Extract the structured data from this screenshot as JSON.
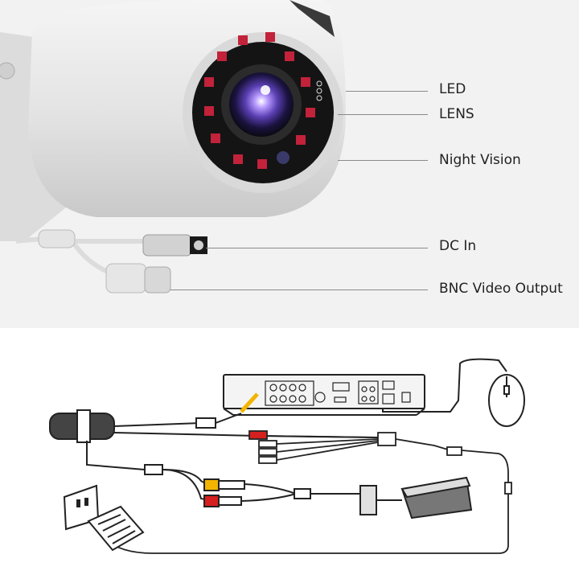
{
  "callouts": [
    {
      "label": "LED"
    },
    {
      "label": "LENS"
    },
    {
      "label": "Night Vision"
    },
    {
      "label": "DC In"
    },
    {
      "label": "BNC Video Output"
    }
  ],
  "colors": {
    "background_top": "#f2f2f2",
    "camera_body": "#e6e6e6",
    "ir_led": "#c2223a",
    "lens": "#6a4fc8",
    "rca_yellow": "#f2b400",
    "rca_red": "#d61f1f",
    "line_drawing": "#222222"
  }
}
